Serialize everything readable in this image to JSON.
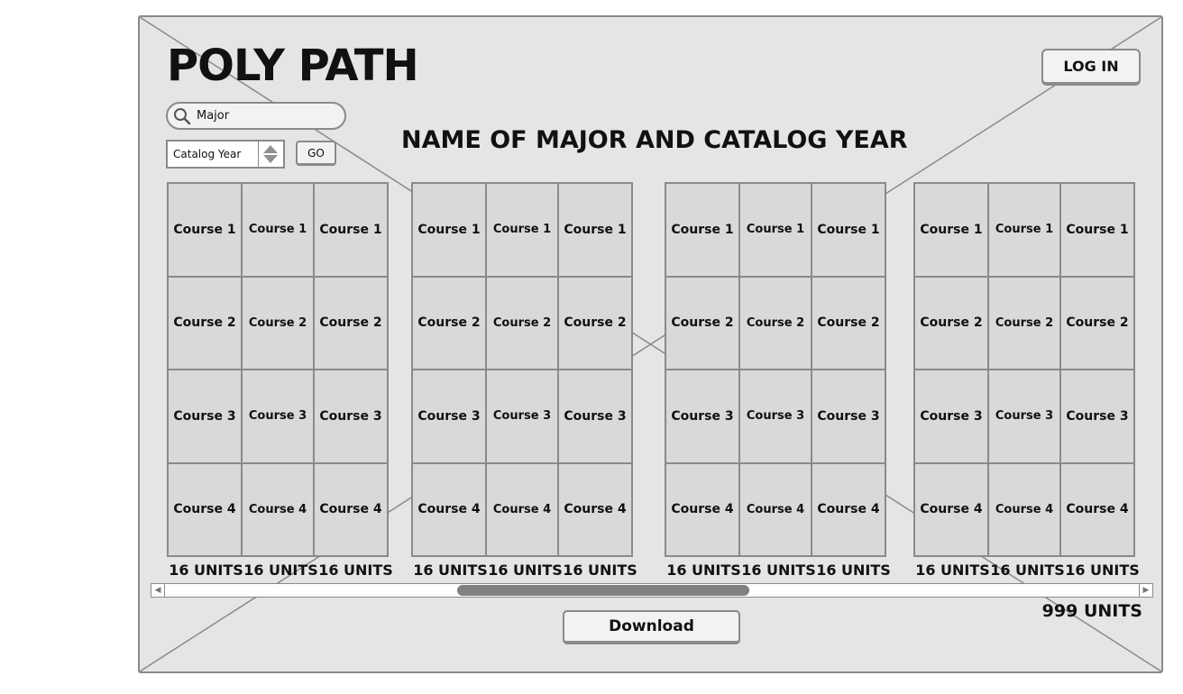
{
  "header": {
    "app_title": "POLY PATH",
    "login_label": "LOG IN"
  },
  "search": {
    "value": "Major",
    "icon": "search-icon"
  },
  "catalog": {
    "selected": "Catalog Year",
    "go_label": "GO"
  },
  "heading": "NAME OF MAJOR AND CATALOG YEAR",
  "courses": [
    "Course 1",
    "Course 2",
    "Course 3",
    "Course 4"
  ],
  "units_label": "16 UNITS",
  "total_units": "999 UNITS",
  "download_label": "Download"
}
